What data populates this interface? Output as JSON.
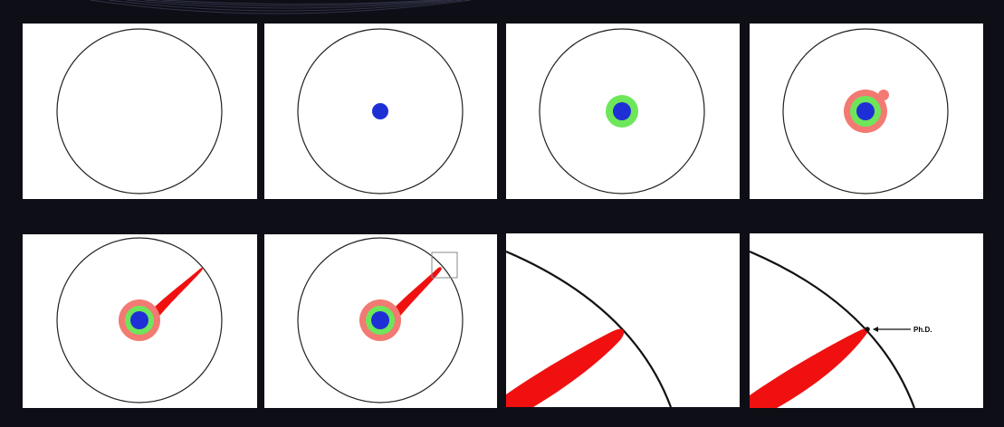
{
  "panels": [
    {
      "id": "empty-knowledge-circle"
    },
    {
      "id": "elementary-school"
    },
    {
      "id": "high-school"
    },
    {
      "id": "bachelors-degree"
    },
    {
      "id": "masters-degree"
    },
    {
      "id": "reading-papers"
    },
    {
      "id": "zoom-boundary"
    },
    {
      "id": "phd-dent"
    }
  ],
  "annotation": {
    "phd_label": "Ph.D."
  },
  "colors": {
    "background": "#0d0e16",
    "panel": "#ffffff",
    "circle_outline": "#222222",
    "core_blue": "#1f2fd6",
    "ring_green": "#6ee65a",
    "ring_pink": "#f27a72",
    "spike_red": "#f01010"
  }
}
